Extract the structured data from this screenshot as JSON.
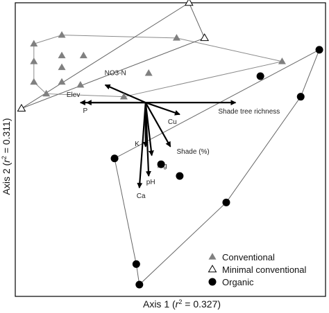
{
  "chart_data": {
    "type": "scatter",
    "subtype": "ordination biplot",
    "xlabel": {
      "prefix": "Axis 1 (",
      "r": "r",
      "sup": "2",
      "suffix": " = 0.327)"
    },
    "ylabel": {
      "prefix": "Axis 2 (",
      "r": "r",
      "sup": "2",
      "suffix": " = 0.311)"
    },
    "xlim": [
      0,
      1
    ],
    "ylim": [
      0,
      1
    ],
    "grid": false,
    "legend_position": "bottom-right",
    "series": [
      {
        "name": "Conventional",
        "marker": "filled-triangle",
        "color": "#808080",
        "points": [
          [
            0.15,
            0.89
          ],
          [
            0.52,
            0.88
          ],
          [
            0.06,
            0.86
          ],
          [
            0.15,
            0.82
          ],
          [
            0.22,
            0.82
          ],
          [
            0.06,
            0.8
          ],
          [
            0.15,
            0.78
          ],
          [
            0.43,
            0.76
          ],
          [
            0.06,
            0.73
          ],
          [
            0.15,
            0.73
          ],
          [
            0.21,
            0.72
          ],
          [
            0.1,
            0.69
          ],
          [
            0.35,
            0.68
          ],
          [
            0.86,
            0.8
          ]
        ]
      },
      {
        "name": "Minimal conventional",
        "marker": "open-triangle",
        "color": "#000000",
        "points": [
          [
            0.56,
            1.0
          ],
          [
            0.61,
            0.88
          ],
          [
            0.02,
            0.64
          ]
        ]
      },
      {
        "name": "Organic",
        "marker": "filled-circle",
        "color": "#000000",
        "points": [
          [
            0.98,
            0.84
          ],
          [
            0.79,
            0.75
          ],
          [
            0.92,
            0.68
          ],
          [
            0.32,
            0.47
          ],
          [
            0.47,
            0.45
          ],
          [
            0.53,
            0.41
          ],
          [
            0.68,
            0.32
          ],
          [
            0.39,
            0.11
          ],
          [
            0.4,
            0.04
          ]
        ]
      }
    ],
    "hulls": [
      {
        "group": "Conventional",
        "color": "#8a8a8a",
        "points": [
          [
            0.15,
            0.89
          ],
          [
            0.52,
            0.88
          ],
          [
            0.86,
            0.8
          ],
          [
            0.35,
            0.68
          ],
          [
            0.1,
            0.69
          ],
          [
            0.06,
            0.73
          ],
          [
            0.06,
            0.86
          ]
        ]
      },
      {
        "group": "Minimal conventional",
        "color": "#666666",
        "points": [
          [
            0.56,
            1.0
          ],
          [
            0.61,
            0.88
          ],
          [
            0.02,
            0.64
          ]
        ]
      },
      {
        "group": "Organic",
        "color": "#666666",
        "points": [
          [
            0.98,
            0.84
          ],
          [
            0.92,
            0.68
          ],
          [
            0.68,
            0.32
          ],
          [
            0.4,
            0.04
          ],
          [
            0.39,
            0.11
          ],
          [
            0.32,
            0.47
          ]
        ]
      }
    ],
    "vectors": {
      "origin": [
        0.42,
        0.66
      ],
      "items": [
        {
          "label": "NO3-N",
          "end": [
            0.29,
            0.72
          ]
        },
        {
          "label": "Elev",
          "end": [
            0.21,
            0.66
          ]
        },
        {
          "label": "P",
          "end": [
            0.23,
            0.66
          ]
        },
        {
          "label": "Shade tree richness",
          "end": [
            0.71,
            0.66
          ]
        },
        {
          "label": "Cu",
          "end": [
            0.53,
            0.62
          ]
        },
        {
          "label": "Shade (%)",
          "end": [
            0.5,
            0.51
          ]
        },
        {
          "label": "K",
          "end": [
            0.42,
            0.51
          ]
        },
        {
          "label": "Mg",
          "end": [
            0.44,
            0.48
          ]
        },
        {
          "label": "pH",
          "end": [
            0.43,
            0.41
          ]
        },
        {
          "label": "Ca",
          "end": [
            0.4,
            0.37
          ]
        }
      ]
    }
  }
}
